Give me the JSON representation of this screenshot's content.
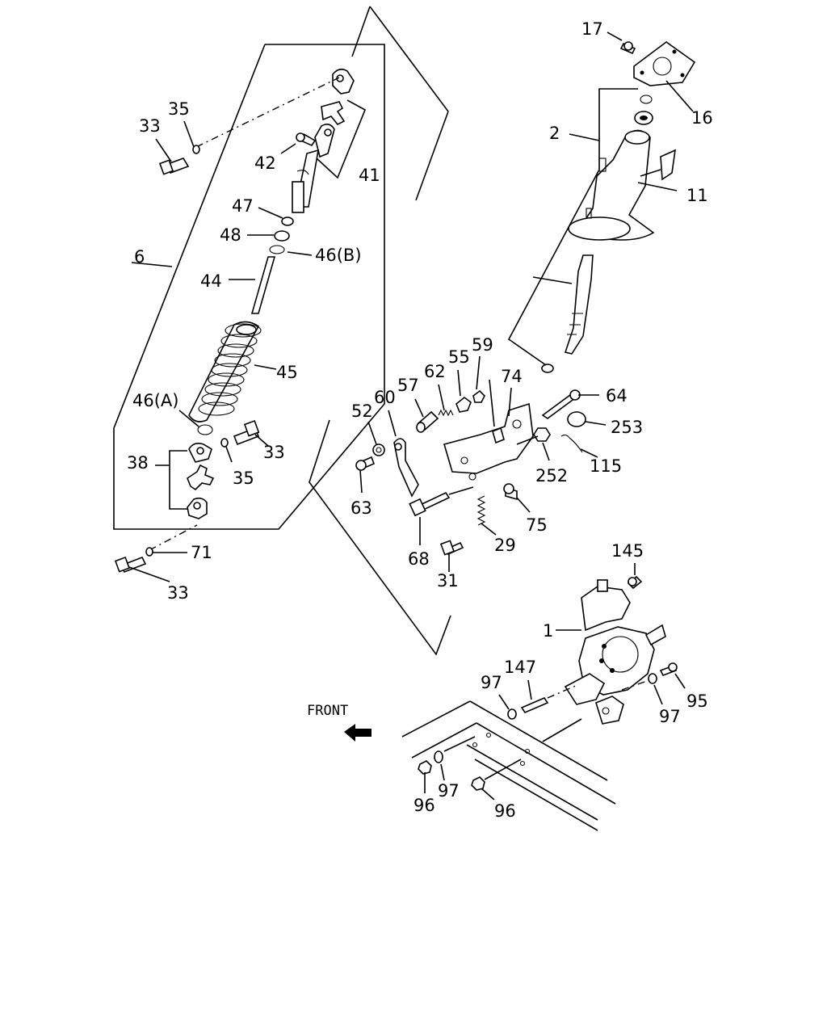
{
  "direction_label": "FRONT",
  "labels": {
    "p17": "17",
    "p16": "16",
    "p2": "2",
    "p11": "11",
    "p35a": "35",
    "p33a": "33",
    "p42": "42",
    "p41": "41",
    "p47": "47",
    "p48": "48",
    "p46b": "46(B)",
    "p6": "6",
    "p44": "44",
    "p45": "45",
    "p46a": "46(A)",
    "p33b": "33",
    "p35b": "35",
    "p38": "38",
    "p71": "71",
    "p33c": "33",
    "p52": "52",
    "p60": "60",
    "p57": "57",
    "p62": "62",
    "p55": "55",
    "p59": "59",
    "p74": "74",
    "p64": "64",
    "p253": "253",
    "p252": "252",
    "p115": "115",
    "p63": "63",
    "p75": "75",
    "p68": "68",
    "p29": "29",
    "p31": "31",
    "p145": "145",
    "p1": "1",
    "p147": "147",
    "p97a": "97",
    "p95": "95",
    "p97b": "97",
    "p96a": "96",
    "p97c": "97",
    "p96b": "96"
  },
  "icons": {
    "front_arrow": "arrow-left-icon"
  }
}
